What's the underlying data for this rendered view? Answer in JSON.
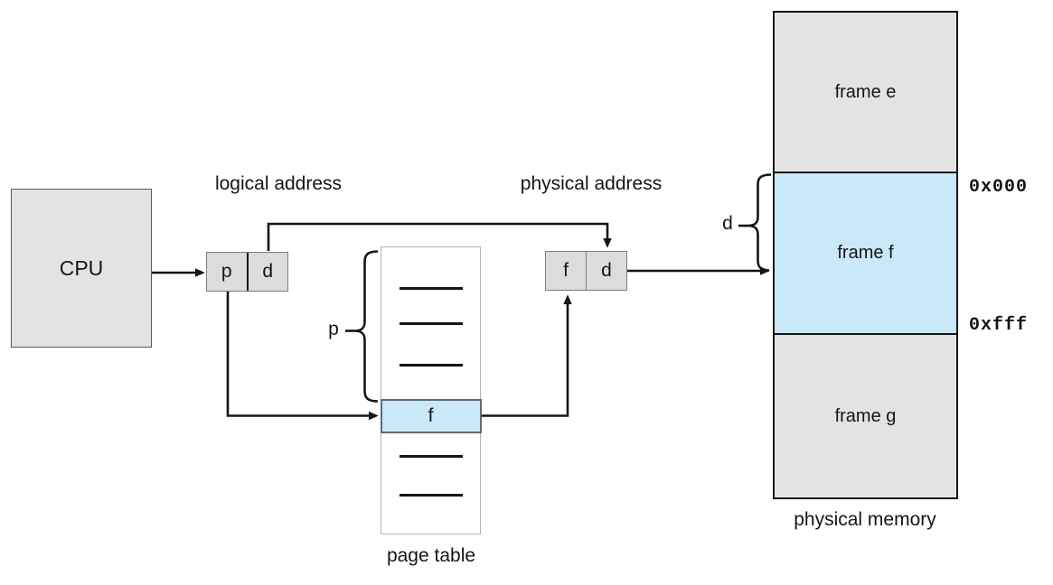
{
  "diagram": {
    "type": "paging-hardware-address-translation",
    "cpu": {
      "label": "CPU"
    },
    "logical_address": {
      "caption": "logical address",
      "cells": {
        "page": "p",
        "offset": "d"
      }
    },
    "physical_address": {
      "caption": "physical address",
      "cells": {
        "frame": "f",
        "offset": "d"
      }
    },
    "page_table": {
      "caption": "page table",
      "highlighted_entry": "f",
      "index_brace_label": "p",
      "entry_line_count": 5
    },
    "physical_memory": {
      "caption": "physical memory",
      "frames": [
        {
          "label": "frame e",
          "highlighted": false
        },
        {
          "label": "frame f",
          "highlighted": true
        },
        {
          "label": "frame g",
          "highlighted": false
        }
      ],
      "frame_start_address": "0x000",
      "frame_end_address": "0xfff",
      "offset_brace_label": "d"
    },
    "colors": {
      "box_fill_gray": "#e3e3e3",
      "cell_fill_gray": "#dcdcdc",
      "highlight_blue": "#c9e8f8",
      "highlight_border": "#5d6b75",
      "line_black": "#151515",
      "border_gray": "#7d7d7d",
      "page_table_border": "#b3b3b3"
    }
  }
}
